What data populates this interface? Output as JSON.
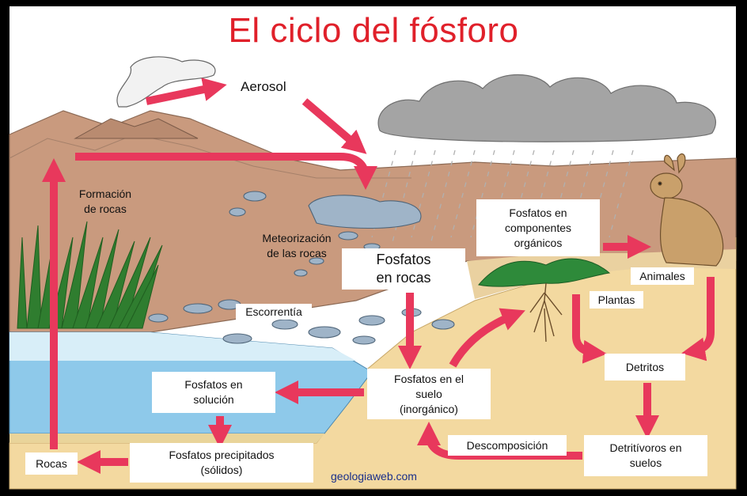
{
  "title": "El ciclo del fósforo",
  "labels": {
    "aerosol": "Aerosol",
    "formacion_rocas": "Formación\nde rocas",
    "meteorizacion": "Meteorización\nde las rocas",
    "fosfatos_rocas": "Fosfatos\nen rocas",
    "escorrentia": "Escorrentía",
    "fosfatos_organicos": "Fosfatos en\ncomponentes\norgánicos",
    "animales": "Animales",
    "plantas": "Plantas",
    "detritos": "Detritos",
    "fosfatos_suelo": "Fosfatos en el\nsuelo\n(inorgánico)",
    "fosfatos_solucion": "Fosfatos en\nsolución",
    "fosfatos_precipitados": "Fosfatos precipitados\n(sólidos)",
    "rocas": "Rocas",
    "descomposicion": "Descomposición",
    "detritivoros": "Detritívoros en\nsuelos"
  },
  "source": "geologiaweb.com",
  "colors": {
    "title": "#e0202a",
    "arrow": "#e8385c",
    "mountain": "#c99a7e",
    "soil": "#f3d9a0",
    "water": "#8ec9ea",
    "cloud": "#a4a4a4",
    "grass": "#2f7d2f"
  },
  "icons": [
    "volcano-icon",
    "cloud-icon",
    "rain-icon",
    "rabbit-icon",
    "plant-icon",
    "reeds-icon",
    "stones-icon"
  ]
}
